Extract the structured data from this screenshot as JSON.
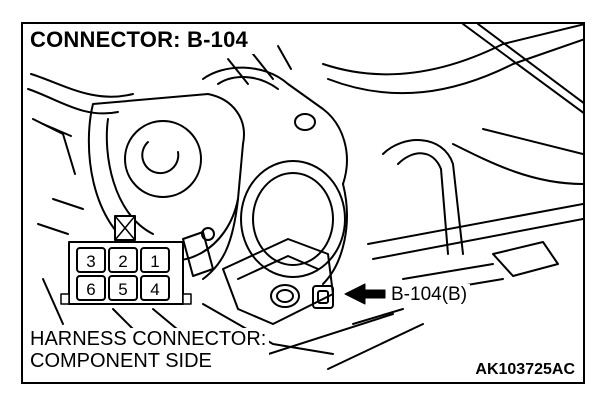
{
  "diagram": {
    "title": "CONNECTOR: B-104",
    "callout_label": "B-104(B)",
    "harness_line1": "HARNESS CONNECTOR:",
    "harness_line2": "COMPONENT SIDE",
    "figure_code": "AK103725AC",
    "connector_pins_top": [
      "3",
      "2",
      "1"
    ],
    "connector_pins_bottom": [
      "6",
      "5",
      "4"
    ]
  }
}
